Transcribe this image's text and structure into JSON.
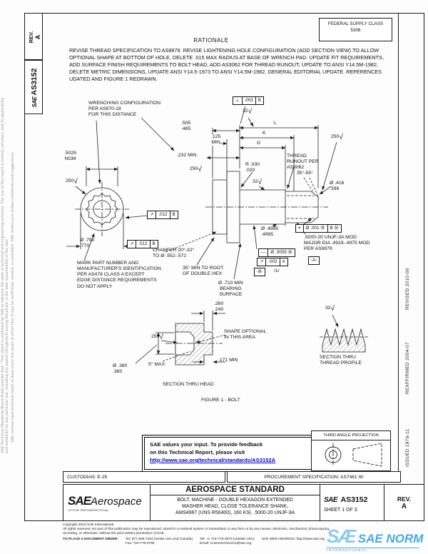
{
  "side_tabs": {
    "rev_label": "REV.",
    "rev_value": "A",
    "sae_logo": "SAE",
    "doc_number": "AS3152"
  },
  "header": {
    "federal_supply_line1": "FEDERAL SUPPLY CLASS",
    "federal_supply_line2": "5306"
  },
  "margin_notes": {
    "left_outer": "SAE Technical Standards Board Rules provide that: \"This report is published by SAE to advance the state of technical and engineering sciences. The use of this report is entirely voluntary, and its applicability and suitability for any particular use, including any patent infringement arising therefrom, is the sole responsibility of the user.\"",
    "left_inner": "SAE reviews each technical report at least every five years at which time it may be reaffirmed, revised, or cancelled. SAE invites your written comments and suggestions.",
    "revised": "REVISED 2010-06",
    "reaffirmed": "REAFFIRMED 2004-07",
    "issued": "ISSUED 1976-11"
  },
  "rationale": {
    "heading": "RATIONALE",
    "body": "REVISE THREAD SPECIFICATION TO AS8879. REVISE LIGHTENING HOLE CONFIGURATION (ADD SECTION VIEW) TO ALLOW OPTIONAL SHAPE AT BOTTOM OF HOLE, DELETE .015 MAX RADIUS AT BASE OF WRENCH PAD. UPDATE FIT REQUIREMENTS, ADD SURFACE FINISH REQUIREMENTS TO BOLT HEAD, ADD AS3062 FOR THREAD RUNOUT, UPDATE TO ANSI Y14.5M-1982, DELETE METRIC DIMENSIONS, UPDATE ANSI Y14.5-1973 TO ANSI Y14.5M-1982. GENERAL EDITORIAL UPDATE. REFERENCES UDATED AND FIGURE 1 REDRAWN."
  },
  "drawing": {
    "wrenching_note": "WRENCHING CONFIGURATION\nPER AS870-18\nFOR THIS DISTANCE",
    "dim_5025": ".5025\nNOM",
    "dim_505": ".505\n.485",
    "dim_125": ".125\nMIN",
    "dim_232": ".232 MIN",
    "dim_L": "L",
    "dim_K": "K",
    "dim_G": "G",
    "finish_250": "250",
    "finish_32": "32",
    "thread_runout_note": "THREAD\nRUNOUT PER\nAS3062",
    "dim_r030": "R .030\n.020",
    "dim_3555": "35°-55°",
    "dim_416": "Ø .416\n.396",
    "dim_4995": "Ø .4995\n.4965",
    "thread_spec_note": ".5000-20 UNJF-3A MOD\nMAJOR DIA .4919-.4975 MOD\nPER AS8879",
    "dim_790": "Ø .790\n.770",
    "mark_note": "MARK PART NUMBER AND\nMANUFACTURER'S IDENTIFICATION\nPER AS478 CLASS A EXCEPT\nEDGE DISTANCE REQUIREMENTS\nDO NOT APPLY",
    "chamfer_note": "CHAMFER 20°-32°\nTO Ø .552-.572",
    "hex_note": "35° MIN TO ROOT\nOF DOUBLE HEX",
    "bearing_note": "Ø .710 MIN\nBEARING\nSURFACE",
    "dim_260": ".260\n.240",
    "shape_note": "SHAPE OPTIONAL\nIN THIS AREA",
    "dim_5max": "5° MAX",
    "dim_171": ".171 MIN",
    "dim_380": "Ø .380\n.360",
    "section_head_caption": "SECTION THRU HEAD",
    "section_thread_caption": "SECTION THRU\nTHREAD PROFILE",
    "figure_caption": "FIGURE 1 - BOLT",
    "fcf_perp": {
      "symbol": "⊥",
      "tolerance": ".003",
      "datum": "B"
    },
    "fcf_runout_head": {
      "symbol": "↗",
      "tolerance": ".012",
      "datum": "B"
    },
    "fcf_position": {
      "symbol": "⌖",
      "tolerance": "Ø .001 Ⓜ",
      "datum": "B Ⓜ"
    },
    "fcf_straightness": {
      "symbol": "—",
      "tolerance": "Ø .0005 Ⓜ"
    },
    "fcf_runout_shank": {
      "symbol": "↗",
      "tolerance": ".002",
      "datum": "A"
    },
    "datum_a": "-A-",
    "datum_b": "-B-",
    "flag_note": "/1/"
  },
  "feedback_box": {
    "line1": "SAE values your input. To provide feedback",
    "line2": "on this Technical Report, please visit",
    "link": "http://www.sae.org/technical/standards/AS3152A"
  },
  "projection_box": {
    "label": "THIRD ANGLE PROJECTION"
  },
  "info_row": {
    "custodian": "CUSTODIAN: E-25",
    "procurement": "PROCUREMENT SPECIFICATION:  AS7461 /8/"
  },
  "title_block": {
    "logo_sae": "SAE",
    "logo_aerospace": "Aerospace",
    "logo_subtitle": "An SAE International Group",
    "standard_type": "AEROSPACE STANDARD",
    "title": "BOLT, MACHINE - DOUBLE HEXAGON EXTENDED\nWASHER HEAD, CLOSE TOLERANCE SHANK,\nAMS4967 (UNS R56400), 160 KSI, .5000-20 UNJF-3A",
    "doc_logo": "SAE",
    "doc_number": "AS3152",
    "sheet": "SHEET 1 OF 3",
    "rev_label": "REV.",
    "rev_value": "A"
  },
  "footer": {
    "copyright": "Copyright 2013 SAE International",
    "rights_line1": "All rights reserved. No part of this publication may be reproduced, stored in a retrieval system or transmitted, in any form or by any means, electronic, mechanical, photocopying,",
    "rights_line2": "recording, or otherwise, without the prior written permission of SAE.",
    "order_label": "TO PLACE A DOCUMENT ORDER:",
    "tel_domestic": "Tel: 877-606-7323 (inside USA and Canada)",
    "fax": "Fax: 724-776-0790",
    "tel_international": "Tel: +1 724-776-4970 (outside USA)",
    "email": "Email: CustomerService@sae.org",
    "web": "SAE WEB ADDRESS: http://www.sae.org"
  },
  "watermark": {
    "logo": "SÆ",
    "title": "SAE NORM",
    "subtitle": "INTERNATIONAL",
    "color": "#2b9fe0"
  }
}
